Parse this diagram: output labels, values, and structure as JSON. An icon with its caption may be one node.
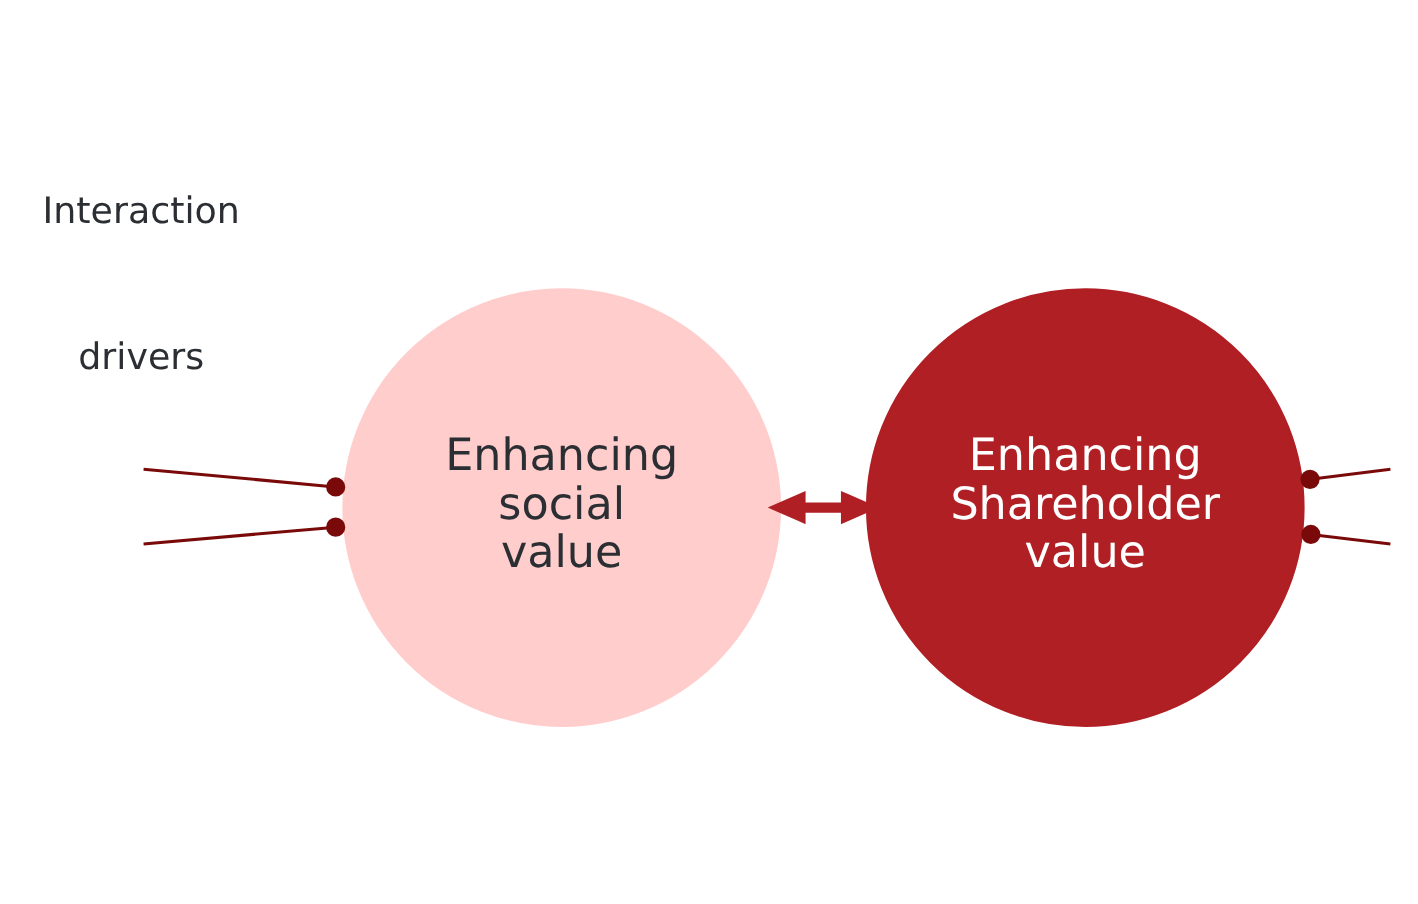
{
  "diagram": {
    "nodes": [
      {
        "text": [
          "Enhancing social value"
        ]
      },
      {
        "text": [
          "Enhancing Shareholder value"
        ]
      }
    ],
    "edges": [
      {
        "from": null,
        "to": 0,
        "arrow": "other"
      },
      {
        "from": null,
        "to": 0,
        "arrow": "other"
      },
      {
        "from": 0,
        "to": 1,
        "arrow": "both",
        "style": "thick",
        "color": "#b01f24"
      },
      {
        "from": 1,
        "to": null,
        "arrow": "other"
      },
      {
        "from": 1,
        "to": null,
        "arrow": "other"
      }
    ],
    "labels": [
      "drivers",
      "Interaction"
    ]
  }
}
